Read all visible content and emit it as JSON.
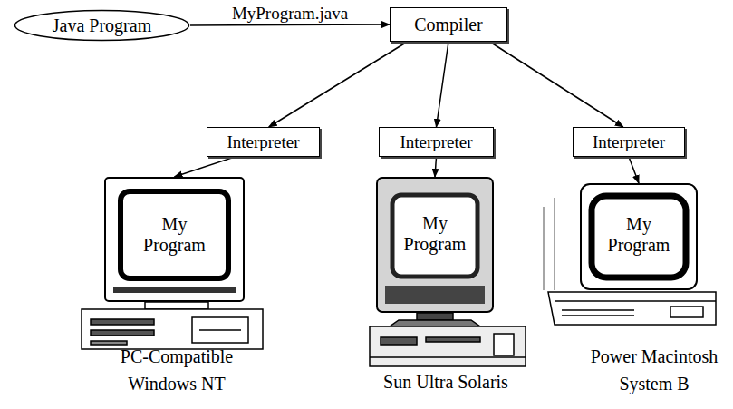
{
  "diagram": {
    "nodes": [
      {
        "text": [
          "Java Program"
        ]
      },
      {
        "text": [
          "Compiler"
        ]
      },
      {
        "text": [
          "Interpreter"
        ]
      },
      {
        "text": [
          "Interpreter"
        ]
      },
      {
        "text": [
          "Interpreter"
        ]
      },
      {
        "text": [
          "My Program"
        ]
      },
      {
        "text": [
          "My Program"
        ]
      },
      {
        "text": [
          "My Program"
        ]
      }
    ],
    "edges": [
      {
        "from": 0,
        "to": 1,
        "arrow": "to",
        "label": "MyProgram.java"
      },
      {
        "from": 1,
        "to": 2,
        "arrow": "to"
      },
      {
        "from": 1,
        "to": 3,
        "arrow": "to"
      },
      {
        "from": 1,
        "to": 4,
        "arrow": "to"
      },
      {
        "from": 2,
        "to": 5,
        "arrow": "to"
      },
      {
        "from": 3,
        "to": 6,
        "arrow": "to"
      },
      {
        "from": 4,
        "to": 7,
        "arrow": "to"
      }
    ],
    "labels": [
      "PC-Compatible Windows NT",
      "Sun Ultra Solaris",
      "Power Macintosh System B"
    ]
  }
}
